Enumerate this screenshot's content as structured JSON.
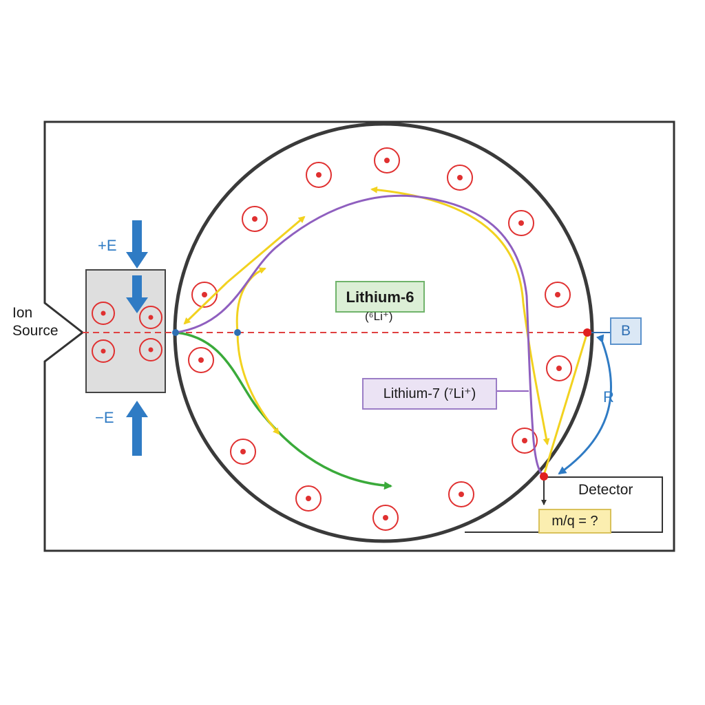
{
  "labels": {
    "ion_source_line1": "Ion",
    "ion_source_line2": "Source",
    "e_plus": "+E",
    "e_minus": "−E",
    "lithium6_name": "Lithium-6",
    "lithium6_symbol": "(⁶Li⁺)",
    "lithium7": "Lithium-7 (⁷Li⁺)",
    "magnetic_field": "B",
    "radius": "R",
    "detector": "Detector",
    "mass_charge": "m/q = ?"
  },
  "colors": {
    "frame": "#333333",
    "chamber": "#3a3a3a",
    "field_marker": "#e03030",
    "e_field_arrow": "#2f7bc4",
    "lithium6_path": "#f2d21f",
    "lithium7_path": "#8f5fbf",
    "green_path": "#3aaa3a",
    "axis_line": "#e04040",
    "radius_arrow": "#2f7bc4"
  },
  "icons": {
    "field_marker": "field-out-of-page-icon",
    "e_arrow": "arrow-icon"
  }
}
